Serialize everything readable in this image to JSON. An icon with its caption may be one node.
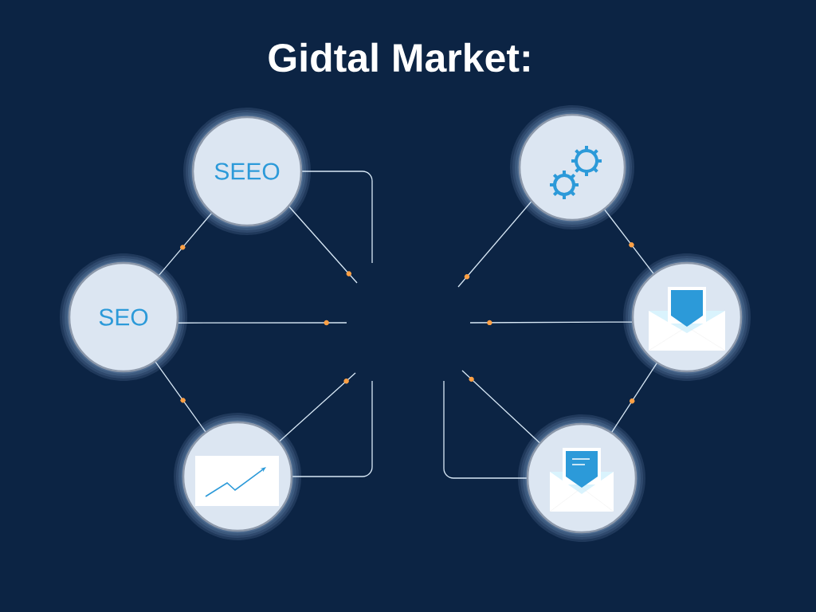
{
  "diagram": {
    "title": "Gidtal Market:",
    "nodes": [
      {
        "text": [
          "SEEO"
        ]
      },
      {
        "text": [
          "SEO"
        ]
      },
      {
        "text": [],
        "shape": "circle"
      },
      {
        "text": [],
        "shape": "circle"
      },
      {
        "text": [],
        "shape": "circle"
      },
      {
        "text": [],
        "shape": "circle"
      }
    ],
    "edges": [
      {
        "from": 0,
        "to": 1,
        "arrow": "none"
      },
      {
        "from": 1,
        "to": 2,
        "arrow": "none"
      },
      {
        "from": 3,
        "to": 4,
        "arrow": "none"
      },
      {
        "from": 4,
        "to": 5,
        "arrow": "none"
      },
      {
        "from": 0,
        "to": null,
        "arrow": "none"
      },
      {
        "from": 0,
        "to": null,
        "arrow": "none"
      },
      {
        "from": 1,
        "to": null,
        "arrow": "none"
      },
      {
        "from": 2,
        "to": null,
        "arrow": "none"
      },
      {
        "from": 2,
        "to": null,
        "arrow": "none"
      },
      {
        "from": 3,
        "to": null,
        "arrow": "none"
      },
      {
        "from": 4,
        "to": null,
        "arrow": "none"
      },
      {
        "from": 5,
        "to": null,
        "arrow": "none"
      },
      {
        "from": 5,
        "to": null,
        "arrow": "none"
      }
    ]
  }
}
